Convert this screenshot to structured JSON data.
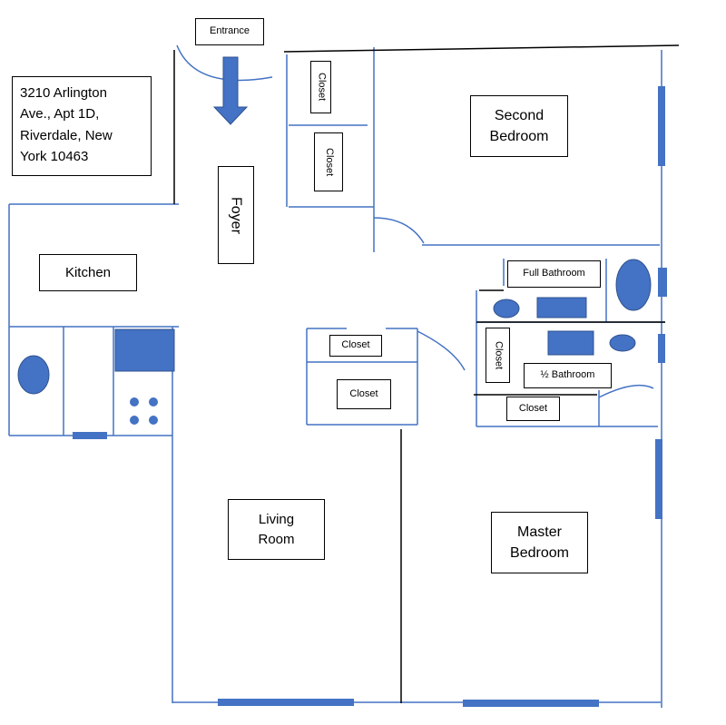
{
  "address": "3210 Arlington\nAve., Apt 1D,\nRiverdale, New\nYork 10463",
  "labels": {
    "entrance": "Entrance",
    "foyer": "Foyer",
    "kitchen": "Kitchen",
    "second_bedroom": "Second\nBedroom",
    "full_bathroom": "Full Bathroom",
    "half_bathroom": "½ Bathroom",
    "living_room": "Living\nRoom",
    "master_bedroom": "Master\nBedroom",
    "closet": "Closet"
  },
  "colors": {
    "wall": "#4472c4",
    "fixture": "#4472c4",
    "ink": "#000000",
    "label_border": "#000000",
    "background": "#ffffff"
  },
  "icons": {
    "entry": "down-arrow-icon"
  }
}
